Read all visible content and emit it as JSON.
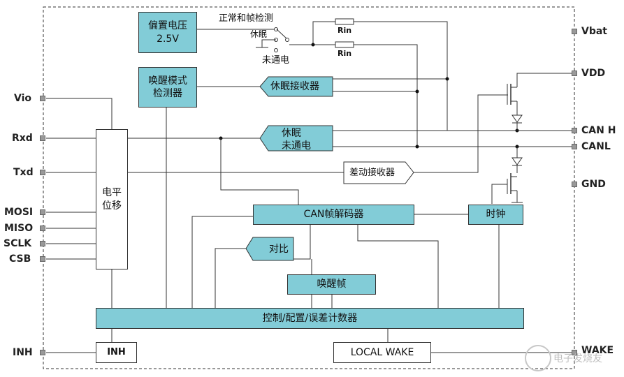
{
  "pins_left": {
    "vio": "Vio",
    "rxd": "Rxd",
    "txd": "Txd",
    "mosi": "MOSI",
    "miso": "MISO",
    "sclk": "SCLK",
    "csb": "CSB",
    "inh": "INH"
  },
  "pins_right": {
    "vbat": "Vbat",
    "vdd": "VDD",
    "canh": "CAN H",
    "canl": "CANL",
    "gnd": "GND",
    "wake": "WAKE"
  },
  "blocks": {
    "bias": "偏置电压\n2.5V",
    "wake_detect": "唤醒模式\n检测器",
    "sleep_rx": "休眠接收器",
    "sleep_nocomm": "休眠\n未通电",
    "diff_rx": "差动接收器",
    "level_shift": "电平\n位移",
    "can_decoder": "CAN帧解码器",
    "clock": "时钟",
    "compare": "对比",
    "wake_frame": "唤醒帧",
    "control": "控制/配置/误差计数器",
    "inh_box": "INH",
    "local_wake": "LOCAL WAKE"
  },
  "switch_labels": {
    "normal": "正常和帧检测",
    "sleep": "休眠",
    "unpowered": "未通电"
  },
  "resistors": {
    "r1": "Rin",
    "r2": "Rin"
  },
  "watermark": "电子发烧友",
  "colors": {
    "block_fill": "#82ccd7",
    "line": "#333333",
    "pin": "#999999"
  }
}
